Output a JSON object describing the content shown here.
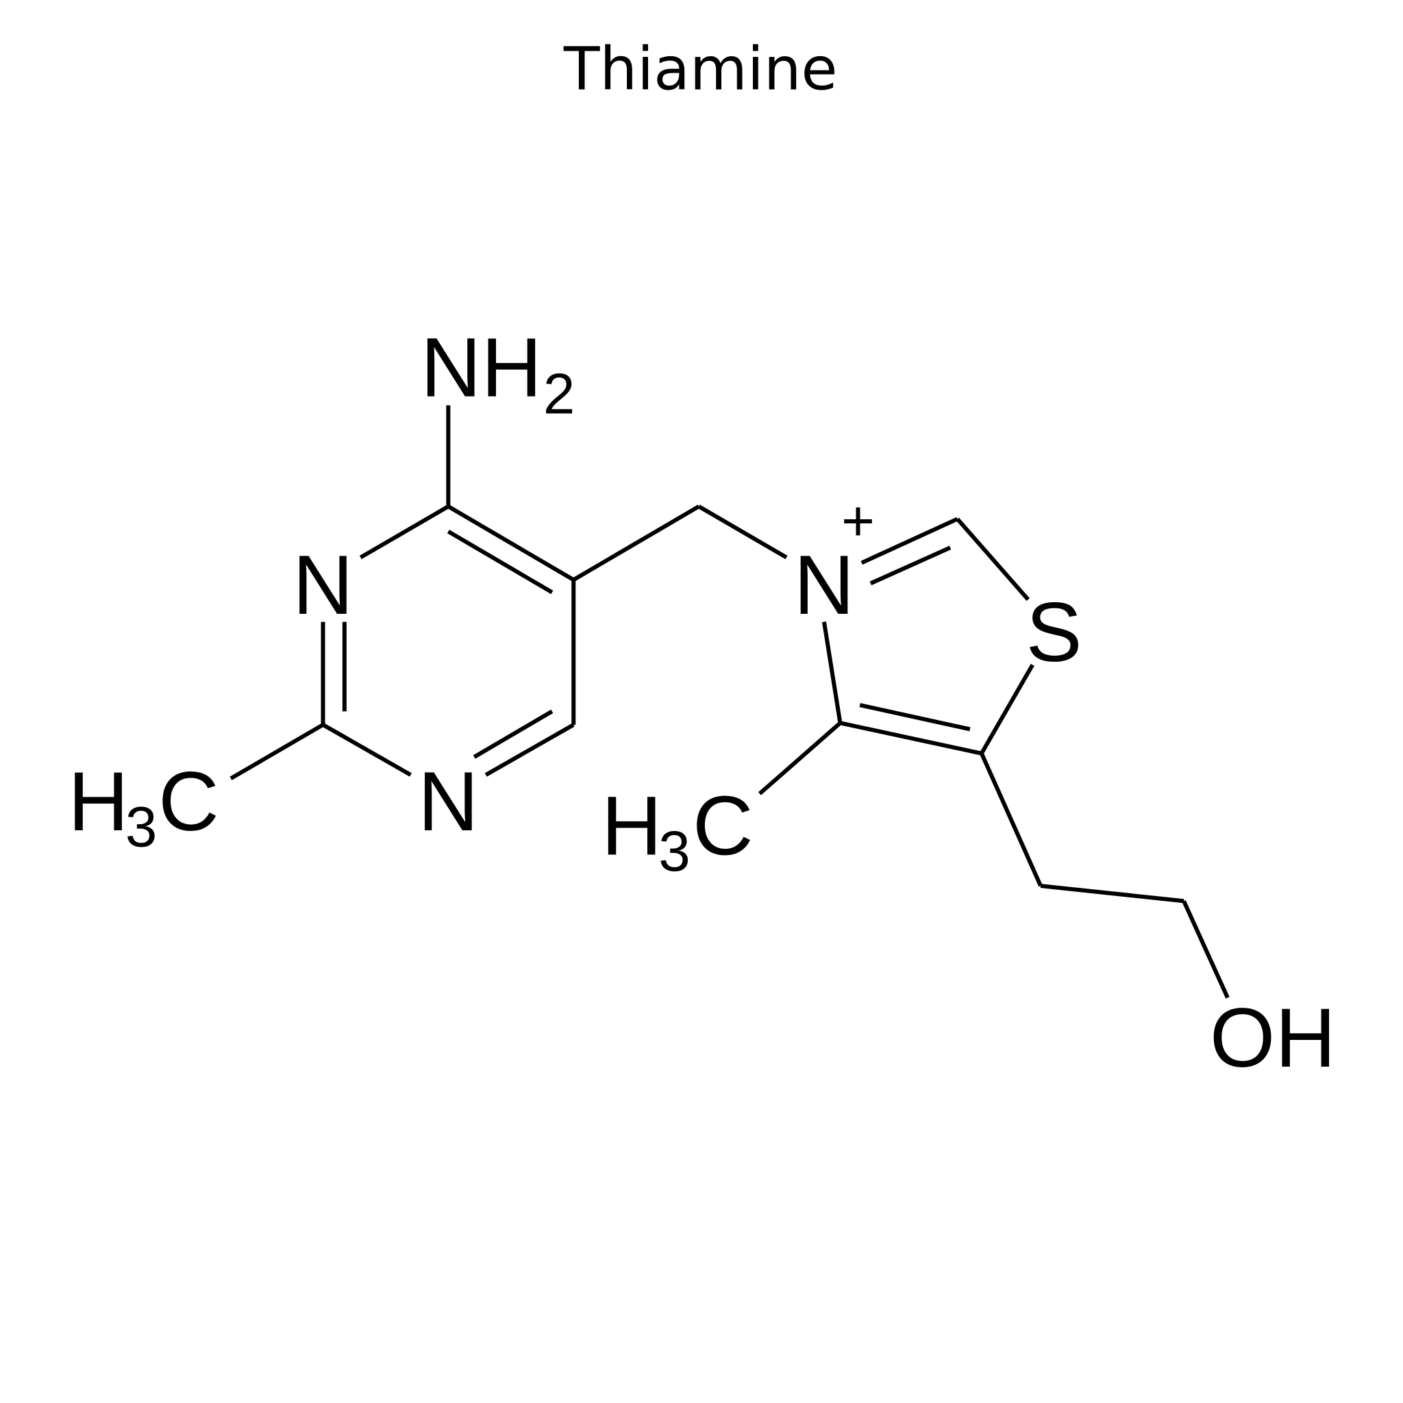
{
  "title": "Thiamine",
  "colors": {
    "background": "#ffffff",
    "ink": "#000000"
  },
  "molecule": {
    "name": "Thiamine",
    "labels": {
      "nh2_main": "NH",
      "nh2_sub": "2",
      "n_pyr_top": "N",
      "n_pyr_bottom": "N",
      "ch3_left_h": "H",
      "ch3_left_sub": "3",
      "ch3_left_c": "C",
      "n_thiazolium": "N",
      "n_charge": "+",
      "s_atom": "S",
      "ch3_right_h": "H",
      "ch3_right_sub": "3",
      "ch3_right_c": "C",
      "oh": "OH"
    },
    "rings": [
      "pyrimidine",
      "thiazolium"
    ],
    "substituents": [
      "amino (NH2)",
      "methyl (H3C) on pyrimidine",
      "methylene bridge",
      "methyl (H3C) on thiazolium",
      "hydroxyethyl (CH2CH2OH)"
    ]
  }
}
